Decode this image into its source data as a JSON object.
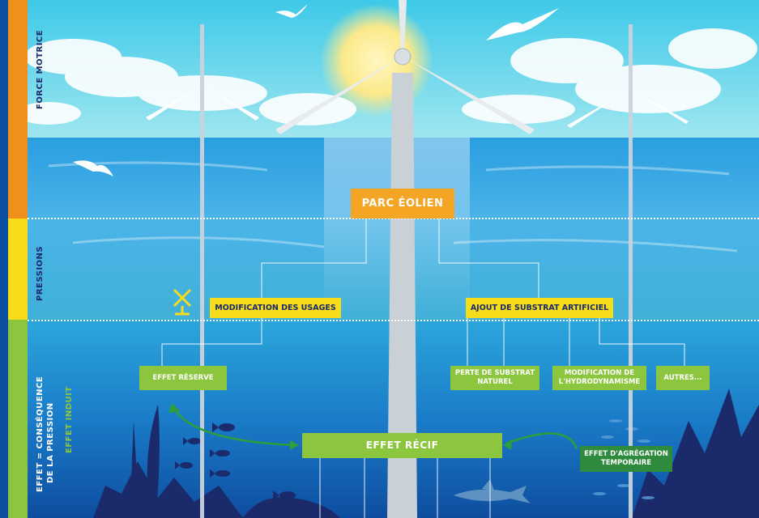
{
  "bands": {
    "force": {
      "label": "FORCE MOTRICE",
      "color": "#f0901a"
    },
    "pressions": {
      "label": "PRESSIONS",
      "color": "#f7dc1c"
    },
    "effet": {
      "label_line1": "EFFET = CONSÉQUENCE",
      "label_line2": "DE LA PRESSION",
      "sub_label": "EFFET INDUIT",
      "color": "#8cc63f"
    }
  },
  "nodes": {
    "parc": "PARC ÉOLIEN",
    "usages": "MODIFICATION DES USAGES",
    "substrat": "AJOUT DE SUBSTRAT ARTIFICIEL",
    "reserve": "EFFET RÉSERVE",
    "perte_l1": "PERTE DE SUBSTRAT",
    "perte_l2": "NATUREL",
    "hydro_l1": "MODIFICATION DE",
    "hydro_l2": "L'HYDRODYNAMISME",
    "autres": "AUTRES...",
    "recif": "EFFET RÉCIF",
    "agreg_l1": "EFFET D'AGRÉGATION",
    "agreg_l2": "TEMPORAIRE"
  },
  "icons": [
    "no-fishing-icon",
    "wind-turbine-icon",
    "seagull-icon",
    "fish-icon",
    "shark-icon",
    "seaweed-icon"
  ]
}
